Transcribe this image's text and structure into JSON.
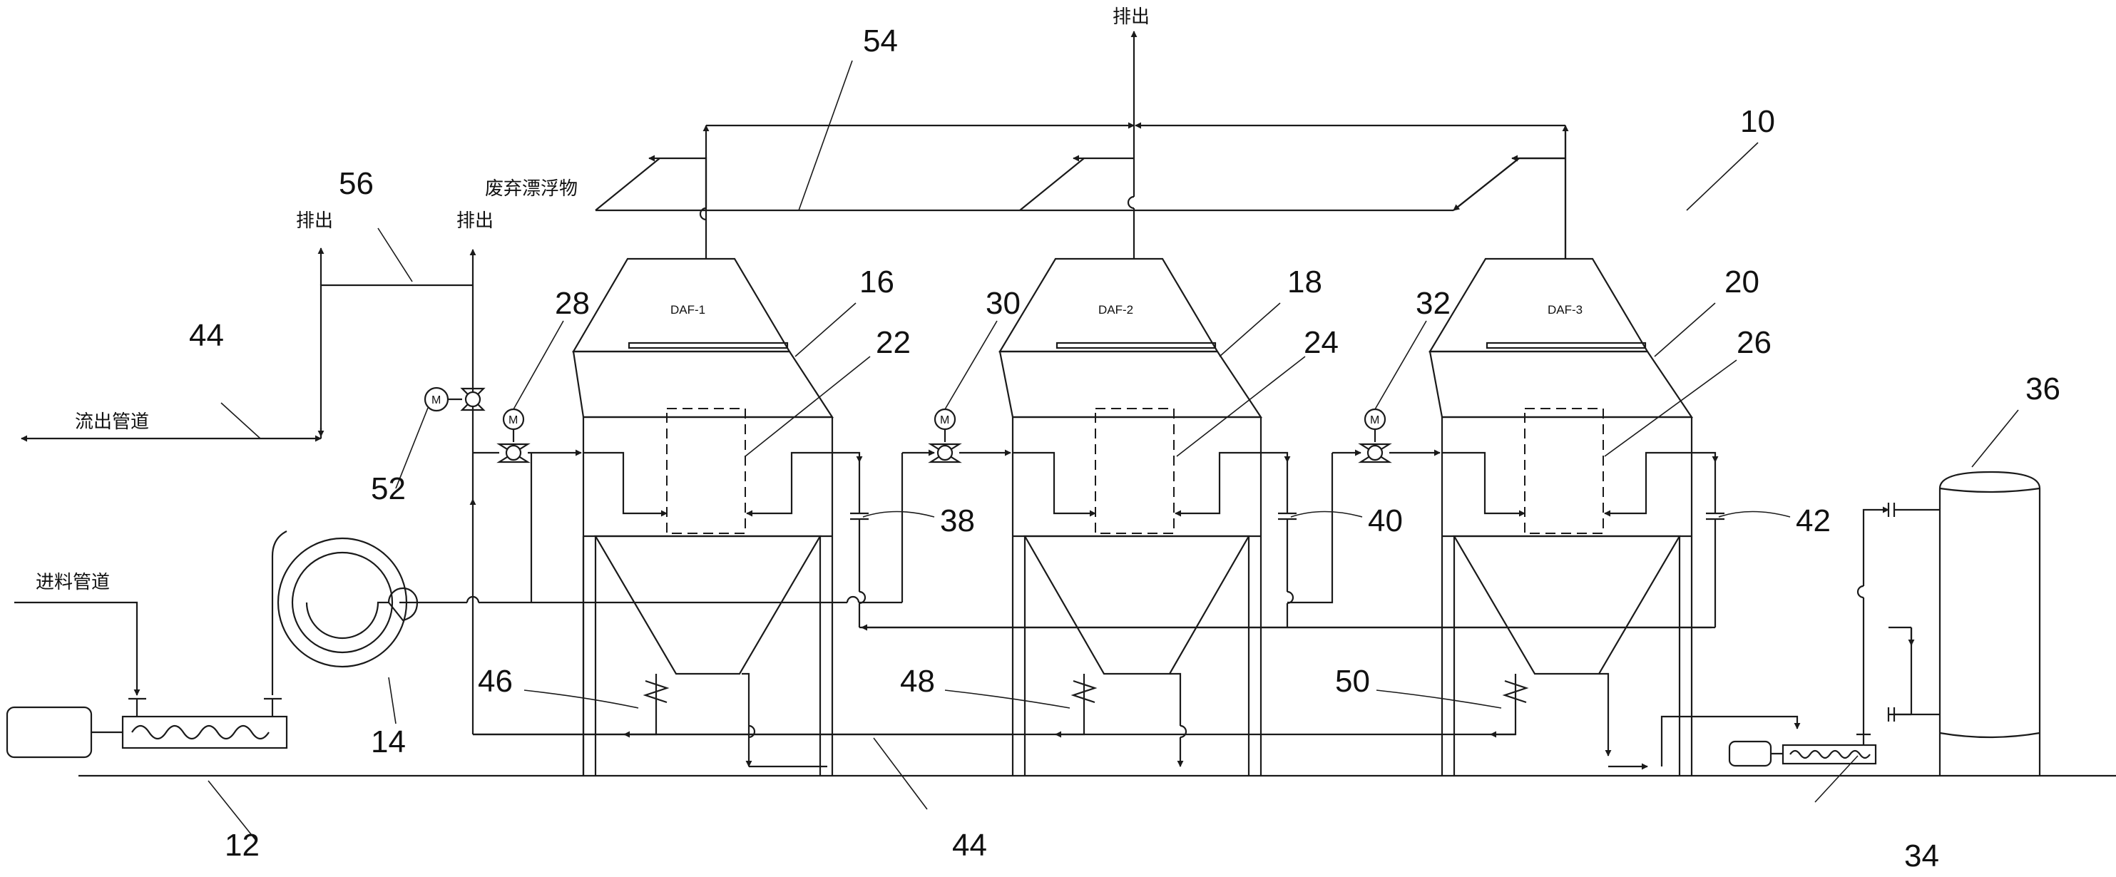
{
  "labels": {
    "discharge": "排出",
    "waste_float": "废弃漂浮物",
    "outflow_pipe": "流出管道",
    "inflow_pipe": "进料管道",
    "motor": "M",
    "daf_units": [
      "DAF-1",
      "DAF-2",
      "DAF-3"
    ]
  },
  "numbers": {
    "system": "10",
    "feed_pump": "12",
    "flocculator": "14",
    "daf1": "16",
    "daf2": "18",
    "daf3": "20",
    "inner1": "22",
    "inner2": "24",
    "inner3": "26",
    "valve1": "28",
    "valve2": "30",
    "valve3": "32",
    "pump34": "34",
    "tank36": "36",
    "link38": "38",
    "link40": "40",
    "link42": "42",
    "pipe44a": "44",
    "pipe44b": "44",
    "check46": "46",
    "check48": "48",
    "check50": "50",
    "valve52": "52",
    "pipe54": "54",
    "pipe56": "56"
  }
}
